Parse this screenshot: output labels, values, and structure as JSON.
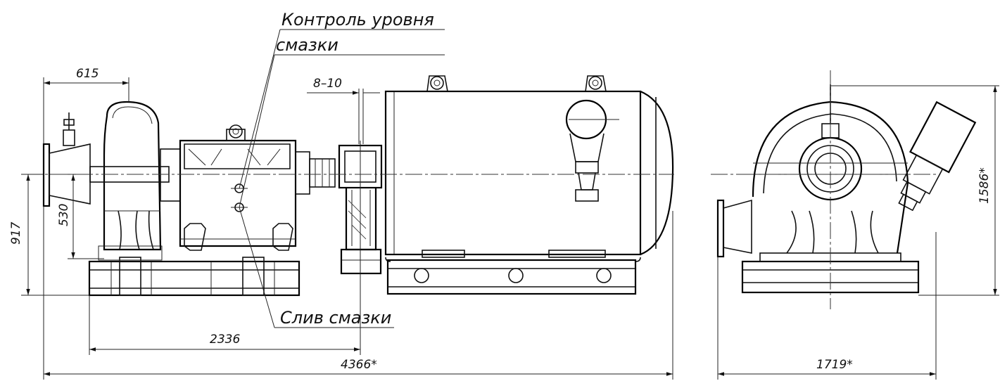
{
  "annotations": {
    "oil_level_line1": "Контроль уровня",
    "oil_level_line2": "смазки",
    "oil_drain": "Слив смазки"
  },
  "dimensions": {
    "d615": "615",
    "d8_10": "8–10",
    "d917": "917",
    "d530": "530",
    "d2336": "2336",
    "d4366": "4366*",
    "d1586": "1586*",
    "d1719": "1719*"
  }
}
